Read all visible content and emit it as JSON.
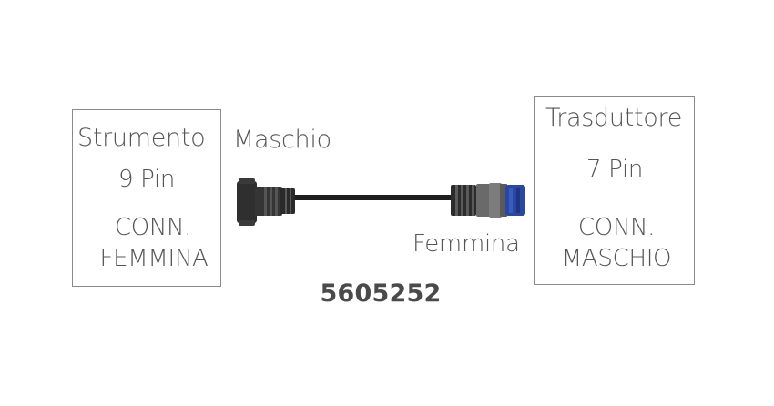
{
  "left": {
    "title": "Strumento",
    "pins": "9 Pin",
    "conn_line1": "CONN.",
    "conn_line2": "FEMMINA"
  },
  "right": {
    "title": "Trasduttore",
    "pins": "7 Pin",
    "conn_line1": "CONN.",
    "conn_line2": "MASCHIO"
  },
  "labels": {
    "male": "Maschio",
    "female": "Femmina"
  },
  "part_number": "5605252",
  "colors": {
    "connector_dark": "#2f2f2f",
    "connector_ring": "#5a5a5a",
    "connector_gray": "#7c7c7c",
    "connector_blue": "#2b46a3",
    "cable": "#1e1e1e",
    "border": "#8a8a8a"
  }
}
